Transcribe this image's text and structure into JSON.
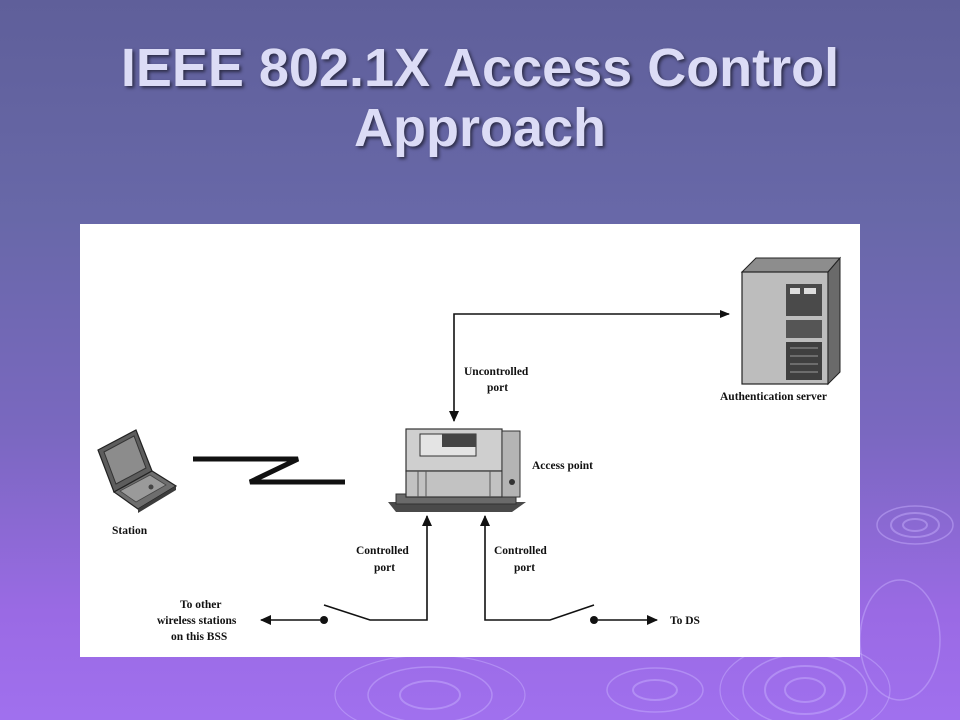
{
  "slide": {
    "title_line1": "IEEE 802.1X Access Control",
    "title_line2": "Approach"
  },
  "diagram": {
    "nodes": {
      "station": "Station",
      "access_point": "Access point",
      "auth_server": "Authentication server"
    },
    "ports": {
      "uncontrolled_1": "Uncontrolled",
      "uncontrolled_2": "port",
      "controlled_left_1": "Controlled",
      "controlled_left_2": "port",
      "controlled_right_1": "Controlled",
      "controlled_right_2": "port"
    },
    "destinations": {
      "other_1": "To other",
      "other_2": "wireless stations",
      "other_3": "on this BSS",
      "ds": "To DS"
    }
  },
  "colors": {
    "bg_top": "#5f5f9a",
    "bg_bottom": "#a070ee",
    "title_text": "#dcdcf6"
  }
}
